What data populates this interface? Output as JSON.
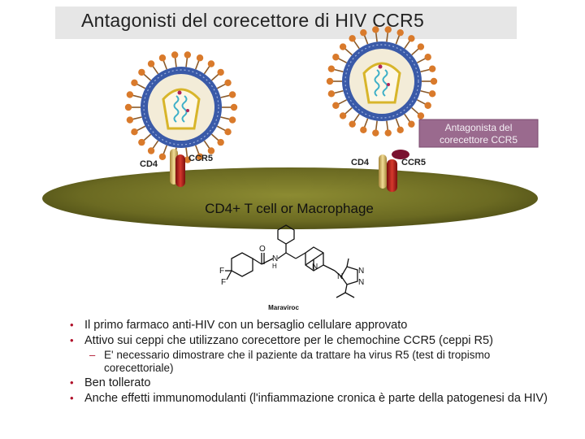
{
  "title": "Antagonisti del corecettore di HIV CCR5",
  "figure": {
    "cell_label": "CD4+ T cell or Macrophage",
    "left_receptors": {
      "cd4": "CD4",
      "ccr5": "CCR5"
    },
    "right_receptors": {
      "cd4": "CD4",
      "ccr5": "CCR5"
    },
    "antagonist_box": {
      "line1": "Antagonista del",
      "line2": "corecettore CCR5",
      "color": "#9a6a8e"
    },
    "molecule_name": "Maraviroc",
    "molecule_atoms": {
      "f1": "F",
      "f2": "F",
      "o": "O",
      "n1": "N",
      "h": "H",
      "n2": "N",
      "n3": "N",
      "n4": "N",
      "n5": "N"
    },
    "cell_color": "#6b6a22",
    "virus_envelope_color": "#2f4f9a",
    "spike_color": "#d97a2b"
  },
  "bullets": [
    {
      "text": "Il primo farmaco anti-HIV con un bersaglio cellulare approvato",
      "level": 1
    },
    {
      "text": "Attivo sui ceppi che utilizzano corecettore per le chemochine CCR5 (ceppi R5)",
      "level": 1
    },
    {
      "text": "E' necessario dimostrare che il paziente da trattare ha virus R5 (test di tropismo corecettoriale)",
      "level": 2
    },
    {
      "text": "Ben tollerato",
      "level": 1
    },
    {
      "text": "Anche effetti immunomodulanti (l'infiammazione cronica è parte della patogenesi da HIV)",
      "level": 1
    }
  ]
}
